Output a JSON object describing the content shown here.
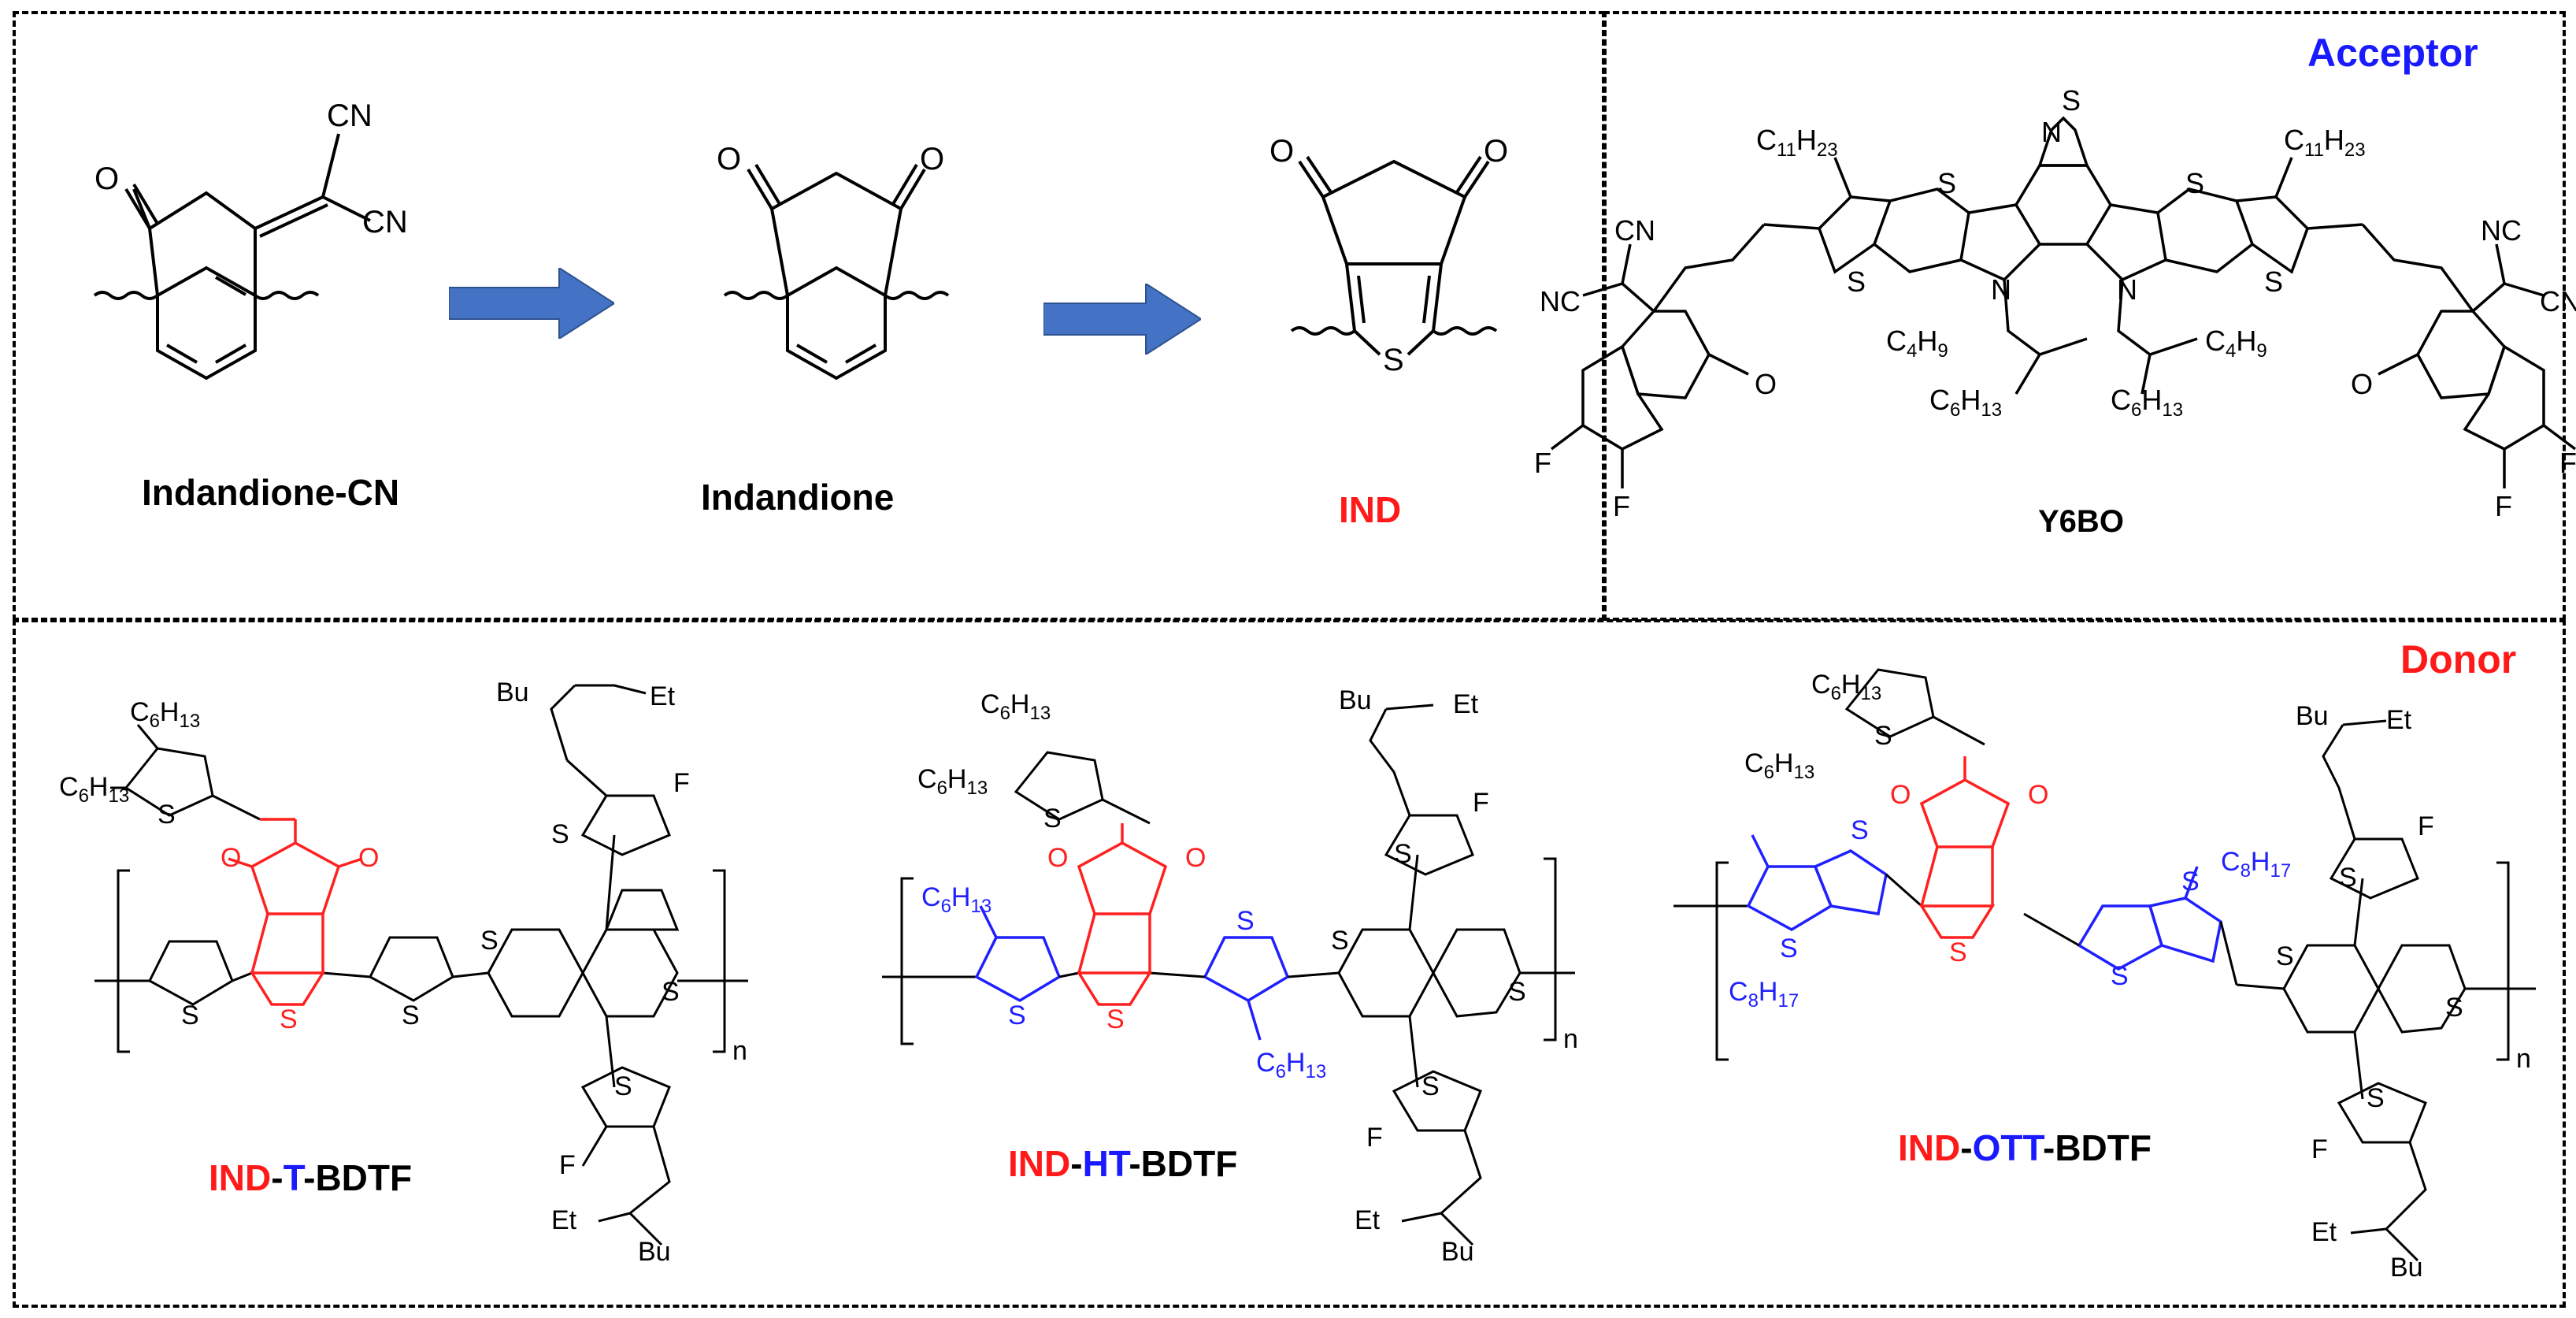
{
  "panels": {
    "acceptor_label": "Acceptor",
    "donor_label": "Donor"
  },
  "top_left": {
    "compounds": [
      {
        "name": "Indandione-CN",
        "color": "#000000"
      },
      {
        "name": "Indandione",
        "color": "#000000"
      },
      {
        "name": "IND",
        "color": "#ff1a1a"
      }
    ]
  },
  "acceptor": {
    "name": "Y6BO"
  },
  "donors": [
    {
      "parts": [
        {
          "text": "IND",
          "color": "#ff1a1a"
        },
        {
          "text": "-",
          "color": "#000000"
        },
        {
          "text": "T",
          "color": "#1a1aff"
        },
        {
          "text": "-BDTF",
          "color": "#000000"
        }
      ]
    },
    {
      "parts": [
        {
          "text": "IND",
          "color": "#ff1a1a"
        },
        {
          "text": "-",
          "color": "#000000"
        },
        {
          "text": "HT",
          "color": "#1a1aff"
        },
        {
          "text": "-BDTF",
          "color": "#000000"
        }
      ]
    },
    {
      "parts": [
        {
          "text": "IND",
          "color": "#ff1a1a"
        },
        {
          "text": "-",
          "color": "#000000"
        },
        {
          "text": "OTT",
          "color": "#1a1aff"
        },
        {
          "text": "-BDTF",
          "color": "#000000"
        }
      ]
    }
  ],
  "atoms": {
    "cn": "CN",
    "o": "O",
    "s": "S",
    "n": "N",
    "f": "F",
    "nc": "NC",
    "bu": "Bu",
    "et": "Et",
    "sub_n": "n",
    "c6h13": "C6H13",
    "c8h17": "C8H17",
    "c11h23": "C11H23",
    "c4h9": "C4H9"
  },
  "colors": {
    "acceptor": "#1a1aff",
    "donor": "#ff1a1a",
    "ind_core": "#ff2020",
    "thiophene_blue": "#2020ff",
    "arrow": "#4472c4"
  }
}
